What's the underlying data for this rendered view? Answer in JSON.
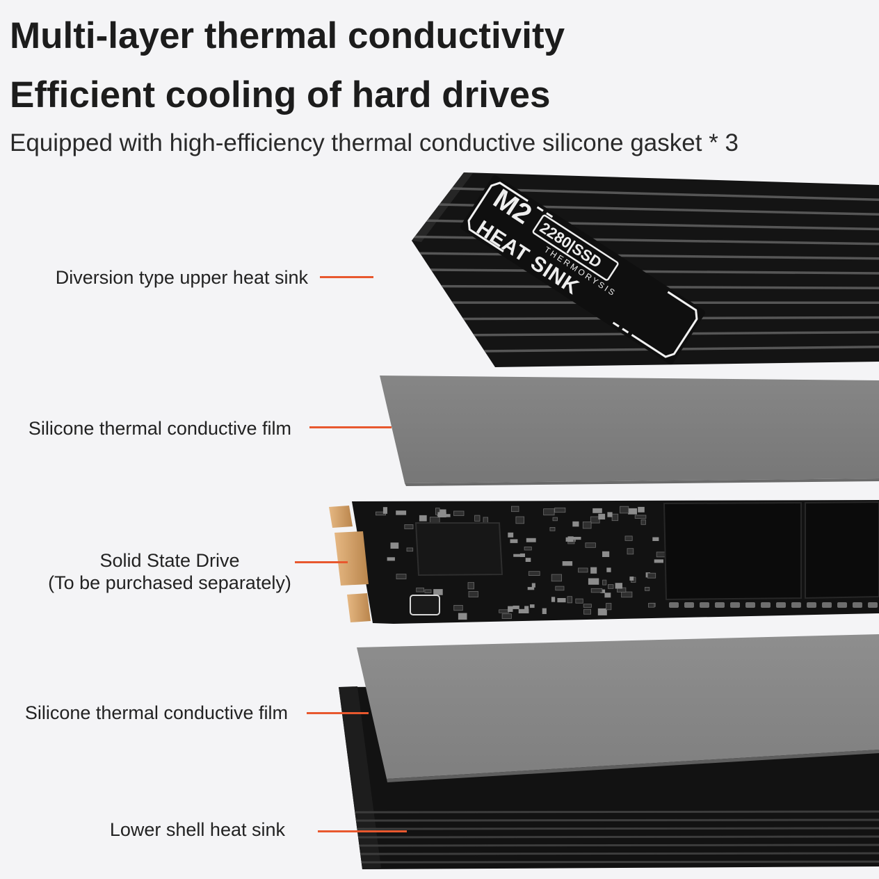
{
  "headline": {
    "line1": "Multi-layer thermal conductivity",
    "line2": "Efficient cooling of hard drives"
  },
  "subtitle": "Equipped with high-efficiency thermal conductive silicone gasket * 3",
  "layers": [
    {
      "label": "Diversion type upper heat sink"
    },
    {
      "label": "Silicone thermal conductive film"
    },
    {
      "label": "Solid State Drive",
      "note": "(To be purchased separately)"
    },
    {
      "label": "Silicone thermal conductive film"
    },
    {
      "label": "Lower shell heat sink"
    }
  ],
  "heat_sink_marking": {
    "model": "M2",
    "spec": "2280|SSD",
    "brand": "THERMORYSIS",
    "name": "HEAT SINK"
  },
  "colors": {
    "background": "#f4f4f6",
    "text": "#1c1c1c",
    "accent": "#e8582e",
    "heat_sink": "#141414",
    "thermal_pad": "#858585",
    "pcb": "#121212",
    "gold_contacts": "#cf9a5e"
  }
}
